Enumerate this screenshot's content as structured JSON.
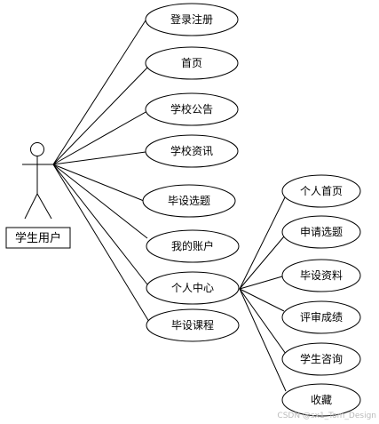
{
  "actor": {
    "label": "学生用户"
  },
  "use_cases": {
    "login": "登录注册",
    "home": "首页",
    "notice": "学校公告",
    "news": "学校资讯",
    "topic": "毕设选题",
    "account": "我的账户",
    "center": "个人中心",
    "course": "毕设课程"
  },
  "sub_use_cases": {
    "personal_home": "个人首页",
    "apply_topic": "申请选题",
    "materials": "毕设资料",
    "grade": "评审成绩",
    "consult": "学生咨询",
    "favorite": "收藏"
  },
  "watermark": "CSDN @sx1_Tom_Design"
}
